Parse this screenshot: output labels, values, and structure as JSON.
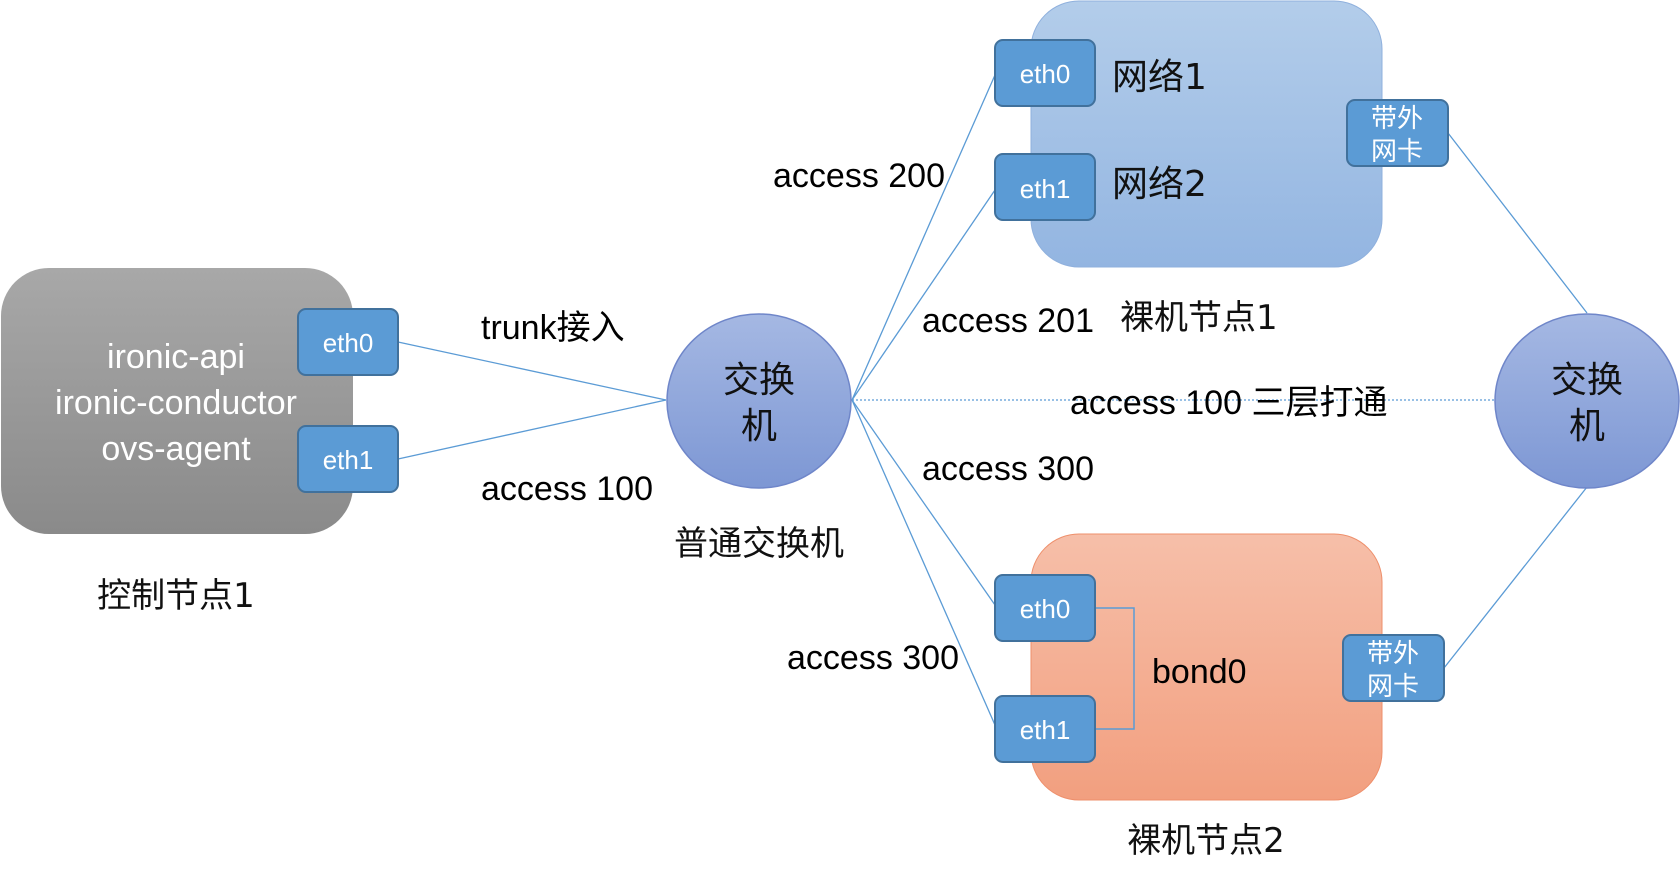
{
  "control_node": {
    "lines": [
      "ironic-api",
      "ironic-conductor",
      "ovs-agent"
    ],
    "caption": "控制节点1",
    "ports": [
      "eth0",
      "eth1"
    ]
  },
  "links": {
    "trunk": "trunk接入",
    "ctrl_access": "access 100",
    "access_200": "access 200",
    "access_201": "access 201",
    "access_300_upper": "access 300",
    "access_300_lower": "access 300",
    "l3": "access 100 三层打通"
  },
  "switch_main": {
    "label_line1": "交换",
    "label_line2": "机",
    "caption": "普通交换机"
  },
  "switch_right": {
    "label_line1": "交换",
    "label_line2": "机"
  },
  "bare_node_1": {
    "caption": "裸机节点1",
    "ports": [
      "eth0",
      "eth1"
    ],
    "networks": [
      "网络1",
      "网络2"
    ],
    "oob_line1": "带外",
    "oob_line2": "网卡"
  },
  "bare_node_2": {
    "caption": "裸机节点2",
    "ports": [
      "eth0",
      "eth1"
    ],
    "bond": "bond0",
    "oob_line1": "带外",
    "oob_line2": "网卡"
  },
  "colors": {
    "control_node": "#a6a6a6",
    "bare_node_1": "#a9c4e6",
    "bare_node_2": "#f4b09a",
    "port": "#5b9bd5",
    "switch": "#8ea9db",
    "line": "#5b9bd5"
  }
}
